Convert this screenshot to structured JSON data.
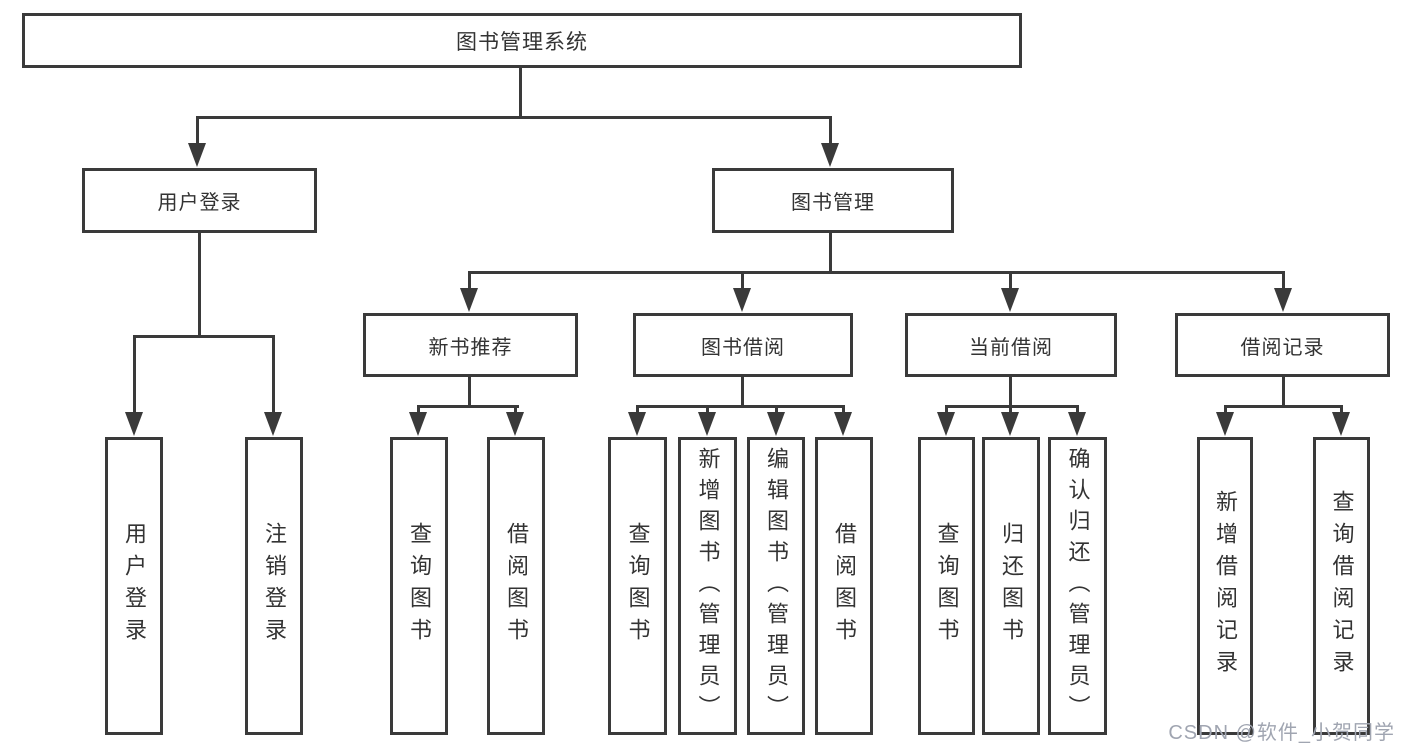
{
  "diagram": {
    "root": "图书管理系统",
    "level2": [
      "用户登录",
      "图书管理"
    ],
    "level3": [
      "新书推荐",
      "图书借阅",
      "当前借阅",
      "借阅记录"
    ],
    "leaves": [
      "用户登录",
      "注销登录",
      "查询图书",
      "借阅图书",
      "查询图书",
      "新增图书（管理员）",
      "编辑图书（管理员）",
      "借阅图书",
      "查询图书",
      "归还图书",
      "确认归还（管理员）",
      "新增借阅记录",
      "查询借阅记录"
    ]
  },
  "watermark": "CSDN @软件_小贺同学"
}
